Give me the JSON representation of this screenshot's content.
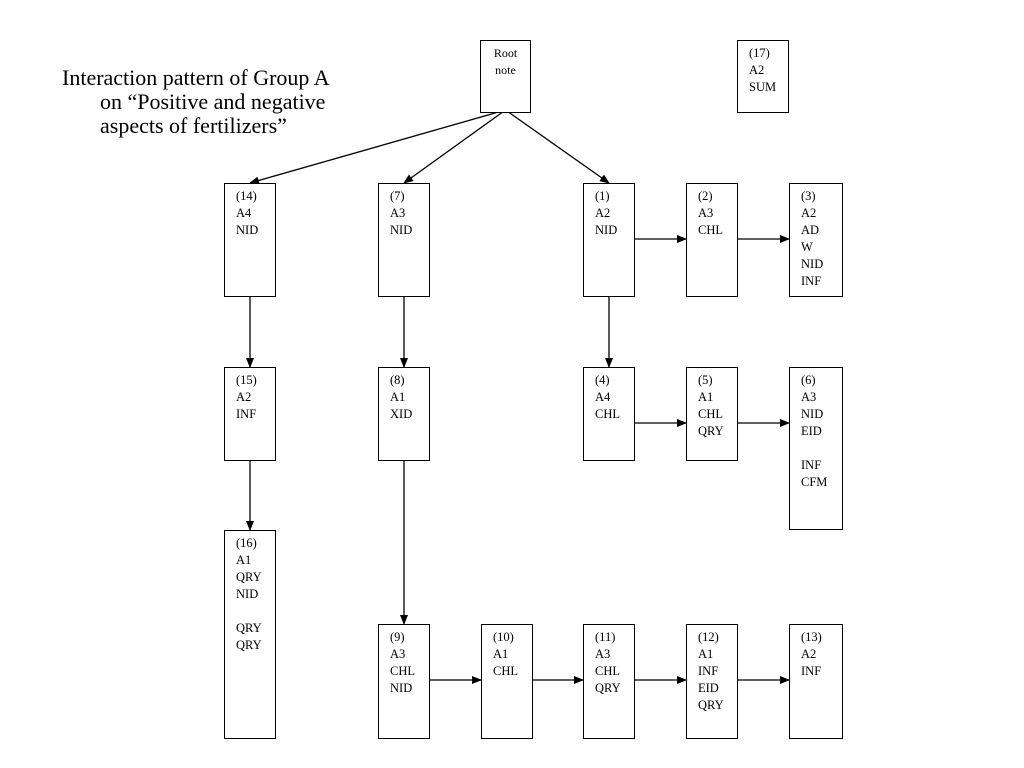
{
  "title": {
    "line1": "Interaction pattern of Group A",
    "line2": "on “Positive and negative",
    "line3": "aspects of fertilizers”"
  },
  "nodes": {
    "root": {
      "lines": [
        "Root",
        "note"
      ]
    },
    "n1": {
      "lines": [
        "(1)",
        "A2",
        "NID"
      ]
    },
    "n2": {
      "lines": [
        "(2)",
        "A3",
        "CHL"
      ]
    },
    "n3": {
      "lines": [
        "(3)",
        "A2",
        "AD",
        "W",
        "NID",
        "INF"
      ]
    },
    "n4": {
      "lines": [
        "(4)",
        "A4",
        "CHL"
      ]
    },
    "n5": {
      "lines": [
        "(5)",
        "A1",
        "CHL",
        "QRY"
      ]
    },
    "n6": {
      "lines": [
        "(6)",
        "A3",
        "NID",
        "EID",
        "",
        "INF",
        "CFM"
      ]
    },
    "n7": {
      "lines": [
        "(7)",
        "A3",
        "NID"
      ]
    },
    "n8": {
      "lines": [
        "(8)",
        "A1",
        "XID"
      ]
    },
    "n9": {
      "lines": [
        "(9)",
        "A3",
        "CHL",
        "NID"
      ]
    },
    "n10": {
      "lines": [
        "(10)",
        "A1",
        "CHL"
      ]
    },
    "n11": {
      "lines": [
        "(11)",
        "A3",
        "CHL",
        "QRY"
      ]
    },
    "n12": {
      "lines": [
        "(12)",
        "A1",
        "INF",
        "EID",
        "QRY"
      ]
    },
    "n13": {
      "lines": [
        "(13)",
        "A2",
        "INF"
      ]
    },
    "n14": {
      "lines": [
        "(14)",
        "A4",
        "NID"
      ]
    },
    "n15": {
      "lines": [
        "(15)",
        "A2",
        "INF"
      ]
    },
    "n16": {
      "lines": [
        "(16)",
        "A1",
        "QRY",
        "NID",
        "",
        "QRY",
        "QRY"
      ]
    },
    "n17": {
      "lines": [
        "(17)",
        "A2",
        "SUM"
      ]
    }
  },
  "edges": [
    [
      "root",
      "n14"
    ],
    [
      "root",
      "n7"
    ],
    [
      "root",
      "n1"
    ],
    [
      "n1",
      "n2"
    ],
    [
      "n2",
      "n3"
    ],
    [
      "n1",
      "n4"
    ],
    [
      "n4",
      "n5"
    ],
    [
      "n5",
      "n6"
    ],
    [
      "n7",
      "n8"
    ],
    [
      "n8",
      "n9"
    ],
    [
      "n9",
      "n10"
    ],
    [
      "n10",
      "n11"
    ],
    [
      "n11",
      "n12"
    ],
    [
      "n12",
      "n13"
    ],
    [
      "n14",
      "n15"
    ],
    [
      "n15",
      "n16"
    ]
  ]
}
